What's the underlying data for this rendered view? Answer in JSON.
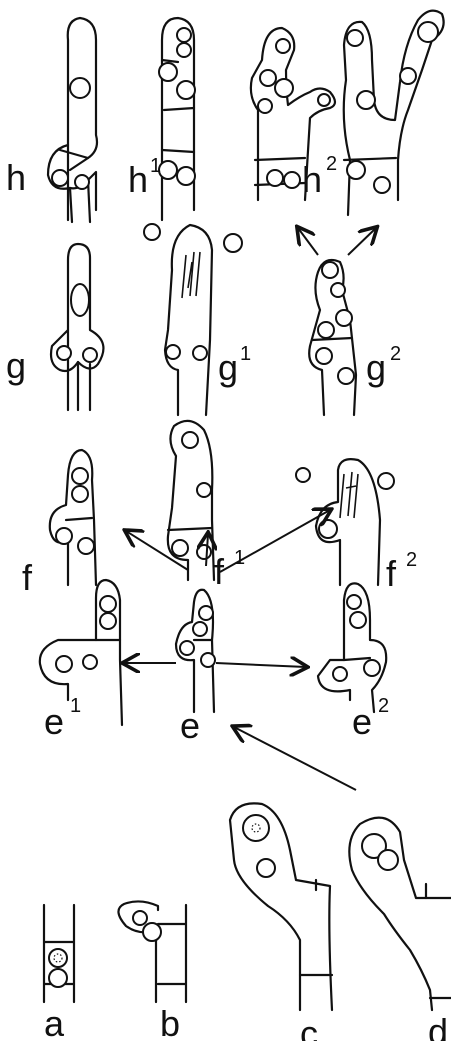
{
  "figure": {
    "panels": [
      {
        "id": "a",
        "label": "a",
        "sup": ""
      },
      {
        "id": "b",
        "label": "b",
        "sup": ""
      },
      {
        "id": "c",
        "label": "c",
        "sup": ""
      },
      {
        "id": "d",
        "label": "d",
        "sup": ""
      },
      {
        "id": "e",
        "label": "e",
        "sup": ""
      },
      {
        "id": "e1",
        "label": "e",
        "sup": "1"
      },
      {
        "id": "e2",
        "label": "e",
        "sup": "2"
      },
      {
        "id": "f",
        "label": "f",
        "sup": ""
      },
      {
        "id": "f1",
        "label": "f",
        "sup": "1"
      },
      {
        "id": "f2",
        "label": "f",
        "sup": "2"
      },
      {
        "id": "g",
        "label": "g",
        "sup": ""
      },
      {
        "id": "g1",
        "label": "g",
        "sup": "1"
      },
      {
        "id": "g2",
        "label": "g",
        "sup": "2"
      },
      {
        "id": "h",
        "label": "h",
        "sup": ""
      },
      {
        "id": "h1",
        "label": "h",
        "sup": "1"
      },
      {
        "id": "h2",
        "label": "h",
        "sup": "2"
      }
    ]
  }
}
